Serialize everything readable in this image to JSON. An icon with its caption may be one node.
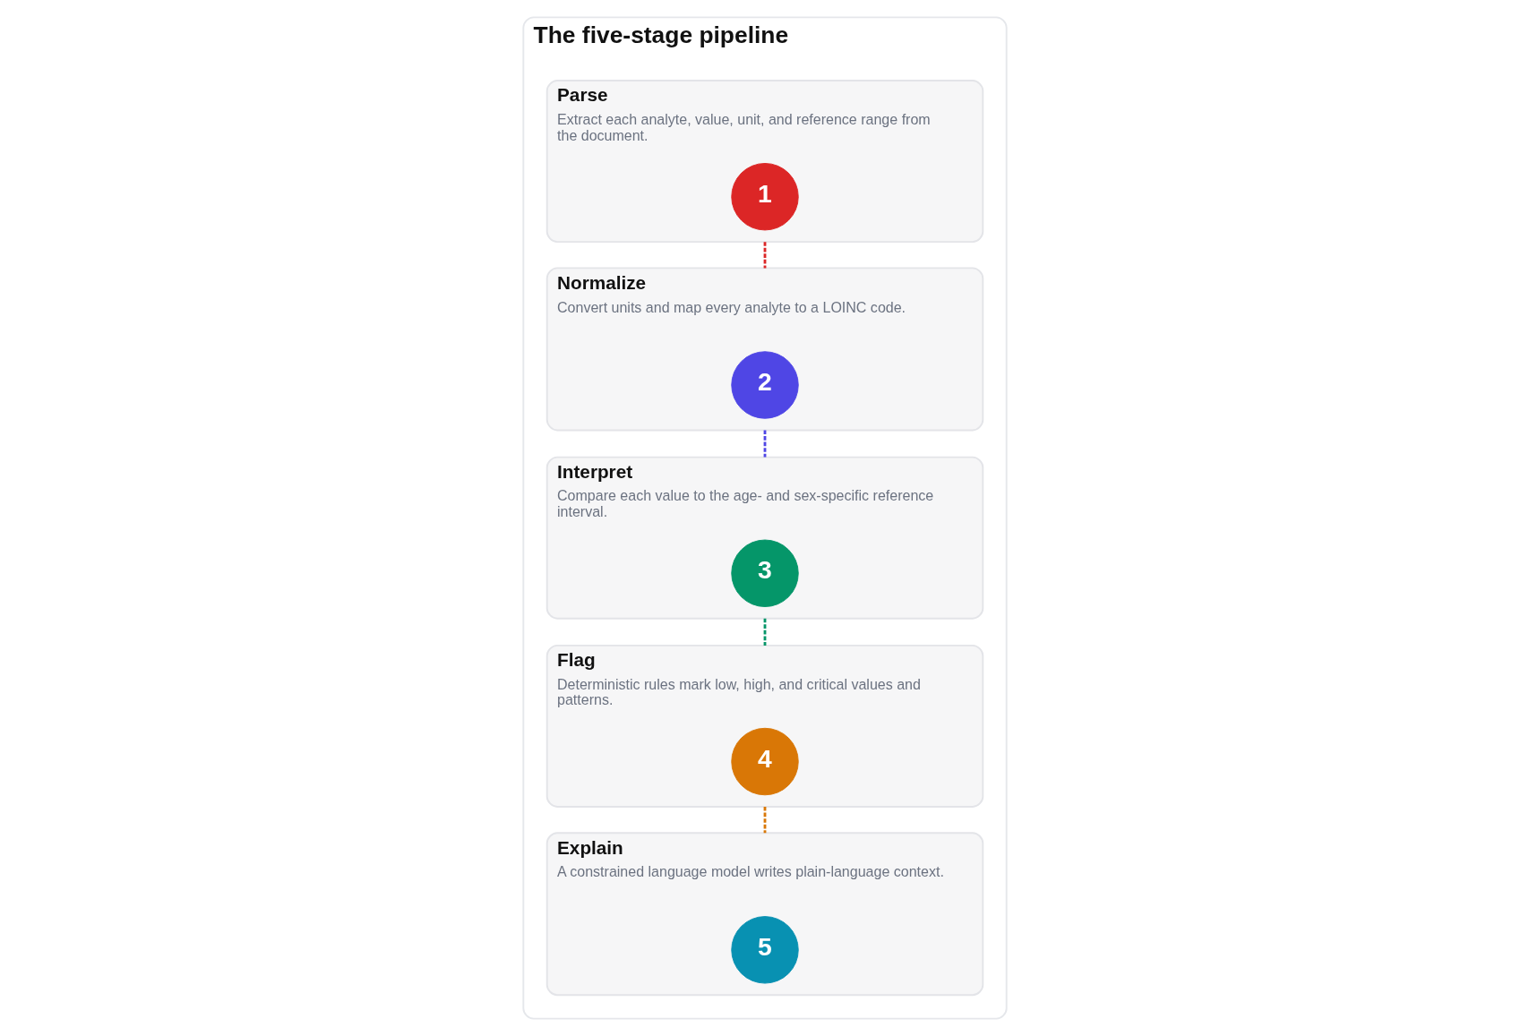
{
  "diagram": {
    "nodes": [
      {
        "text": [
          "The five-stage pipeline"
        ]
      },
      {
        "text": [
          "Parse",
          "Extract each analyte, value, unit, and reference range from the document."
        ],
        "in": 0
      },
      {
        "text": [
          "1"
        ],
        "in": 1
      },
      {
        "text": [
          "Normalize",
          "Convert units and map every analyte to a LOINC code."
        ],
        "in": 0
      },
      {
        "text": [
          "2"
        ],
        "in": 3
      },
      {
        "text": [
          "Interpret",
          "Compare each value to the age- and sex-specific reference interval."
        ],
        "in": 0
      },
      {
        "text": [
          "3"
        ],
        "in": 5
      },
      {
        "text": [
          "Flag",
          "Deterministic rules mark low, high, and critical values and patterns."
        ],
        "in": 0
      },
      {
        "text": [
          "4"
        ],
        "in": 7
      },
      {
        "text": [
          "Explain",
          "A constrained language model writes plain-language context."
        ],
        "in": 0
      },
      {
        "text": [
          "5"
        ],
        "in": 9
      }
    ],
    "edges": [
      {
        "from": 1,
        "to": 3,
        "arrow": "none",
        "style": "dashed",
        "color": "#dc2626"
      },
      {
        "from": 3,
        "to": 5,
        "arrow": "none",
        "style": "dashed",
        "color": "#4f46e5"
      },
      {
        "from": 5,
        "to": 7,
        "arrow": "none",
        "style": "dashed",
        "color": "#059669"
      },
      {
        "from": 7,
        "to": 9,
        "arrow": "none",
        "style": "dashed",
        "color": "#d97706"
      }
    ]
  }
}
